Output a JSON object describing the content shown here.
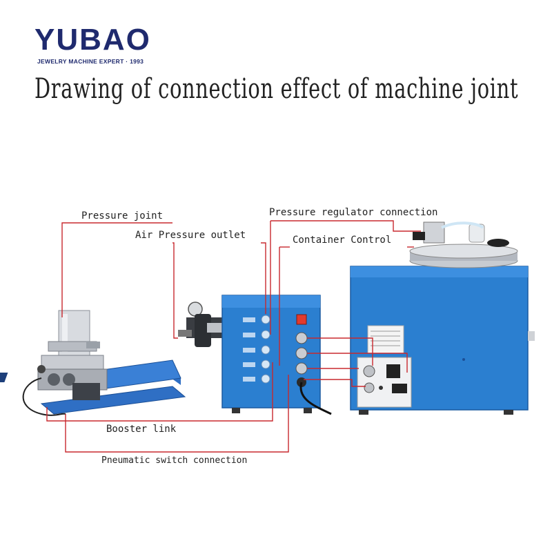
{
  "brand": {
    "name": "YUBAO",
    "tagline": "JEWELRY MACHINE EXPERT · 1993"
  },
  "heading": "Drawing of connection effect of machine joint",
  "labels": {
    "pressure_joint": "Pressure joint",
    "air_pressure_outlet": "Air Pressure outlet",
    "pressure_regulator_connection": "Pressure regulator connection",
    "container_control": "Container Control",
    "booster_link": "Booster link",
    "pneumatic_switch_connection": "Pneumatic switch connection"
  },
  "colors": {
    "brand_navy": "#1f2a6e",
    "machine_blue": "#2b7fd0",
    "leader_red": "#c8282e"
  }
}
